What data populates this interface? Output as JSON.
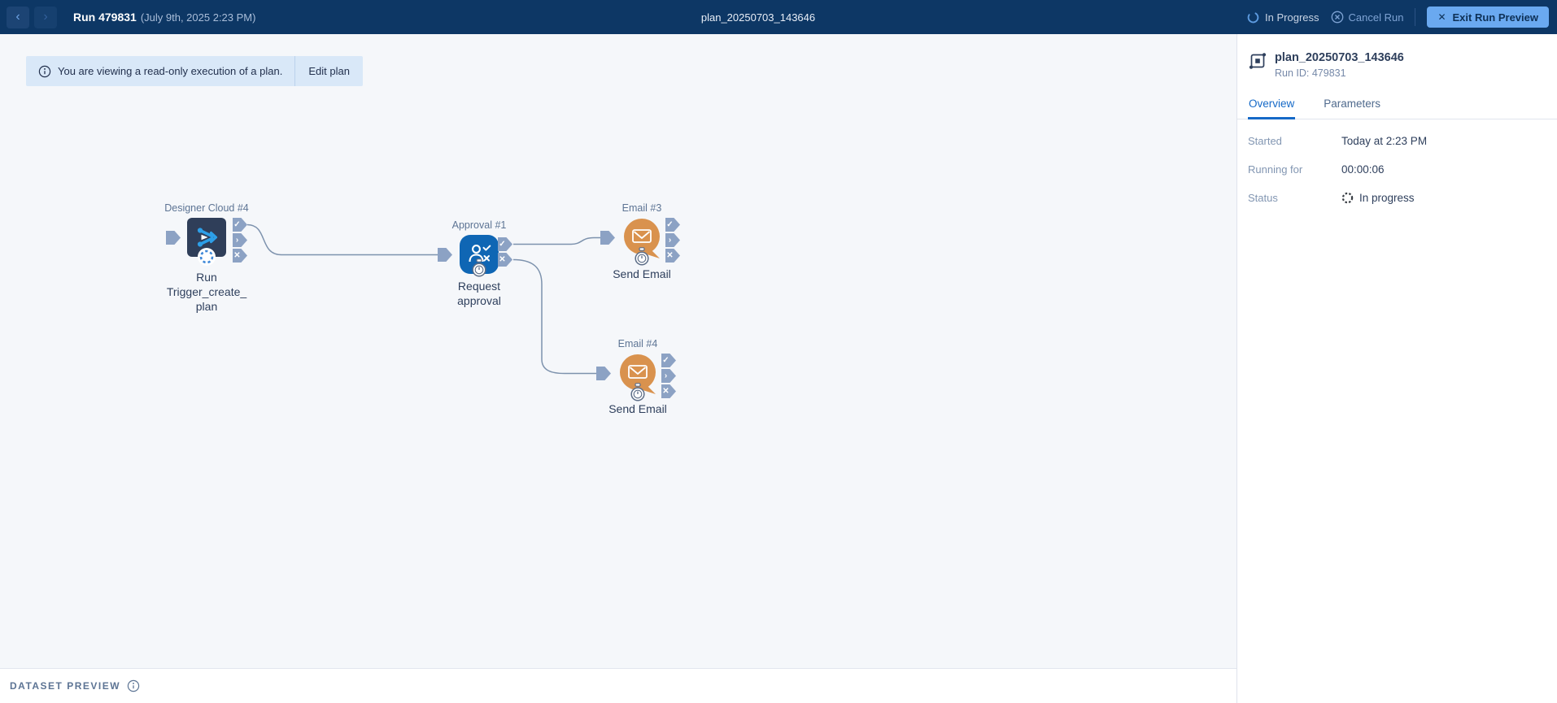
{
  "colors": {
    "header-bg": "#0d3765",
    "accent": "#1569c7",
    "canvas-bg": "#f5f7fa",
    "banner-bg": "#d9e8f8",
    "port": "#8ca2c4",
    "wire": "#7d92ad",
    "designer-node": "#2f3e59",
    "approval-node": "#0f66b4",
    "email-node": "#d9924e",
    "exit-btn": "#6aa9f0",
    "text-dark": "#2e3f5c",
    "text-muted": "#5d7494"
  },
  "header": {
    "run_title": "Run 479831",
    "run_timestamp": "(July 9th, 2025 2:23 PM)",
    "plan_title": "plan_20250703_143646",
    "status": "In Progress",
    "cancel_button": "Cancel Run",
    "exit_button": "Exit Run Preview"
  },
  "banner": {
    "message": "You are viewing a read-only execution of a plan.",
    "edit_button": "Edit plan"
  },
  "canvas": {
    "nodes": [
      {
        "type_label": "Designer Cloud #4",
        "name": "Run Trigger_create_plan"
      },
      {
        "type_label": "Approval #1",
        "name": "Request approval"
      },
      {
        "type_label": "Email #3",
        "name": "Send Email"
      },
      {
        "type_label": "Email #4",
        "name": "Send Email"
      }
    ]
  },
  "panel": {
    "title": "plan_20250703_143646",
    "run_id": "Run ID: 479831",
    "tabs": [
      {
        "label": "Overview"
      },
      {
        "label": "Parameters"
      }
    ],
    "details": [
      {
        "label": "Started",
        "value": "Today at 2:23 PM"
      },
      {
        "label": "Running for",
        "value": "00:00:06"
      },
      {
        "label": "Status",
        "value": "In progress"
      }
    ]
  },
  "footer": {
    "label": "DATASET PREVIEW"
  },
  "icons": {
    "check": "✓",
    "chevron": "›",
    "x": "✕",
    "back": "‹",
    "forward": "›",
    "close": "✕"
  }
}
